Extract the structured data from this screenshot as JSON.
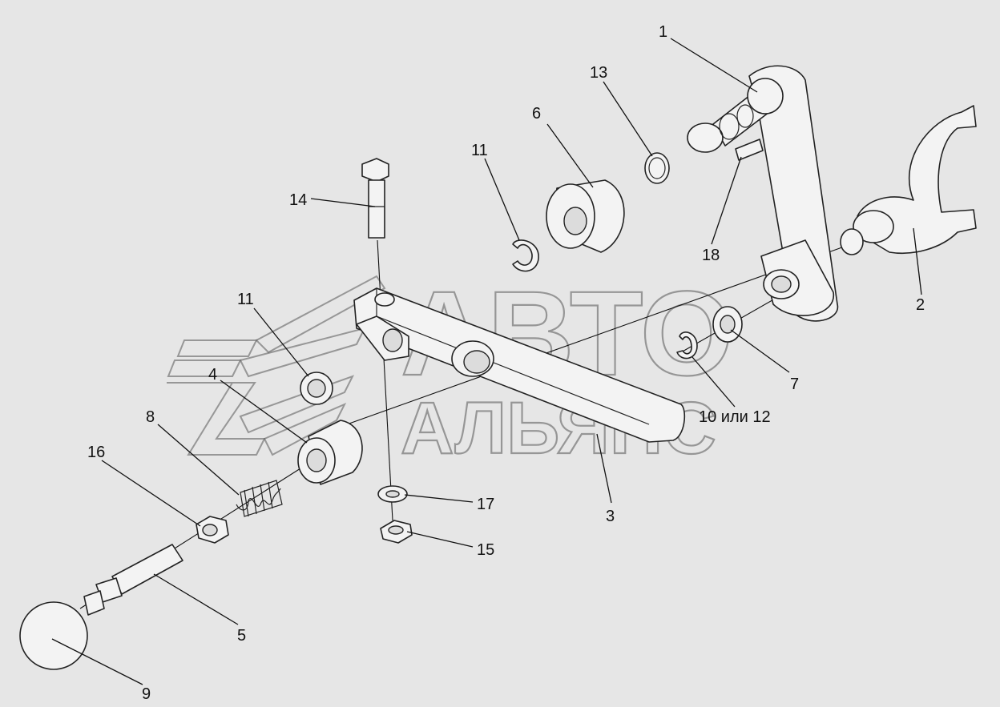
{
  "watermark": {
    "line1": "АВТО",
    "line2": "АЛЬЯНС"
  },
  "callouts": {
    "c1": "1",
    "c2": "2",
    "c3": "3",
    "c4": "4",
    "c5": "5",
    "c6": "6",
    "c7": "7",
    "c8": "8",
    "c9": "9",
    "c10_12": "10 или 12",
    "c11a": "11",
    "c11b": "11",
    "c13": "13",
    "c14": "14",
    "c15": "15",
    "c16": "16",
    "c17": "17",
    "c18": "18"
  },
  "colors": {
    "background": "#e6e6e6",
    "line": "#222222",
    "part_fill": "#f3f3f3"
  }
}
